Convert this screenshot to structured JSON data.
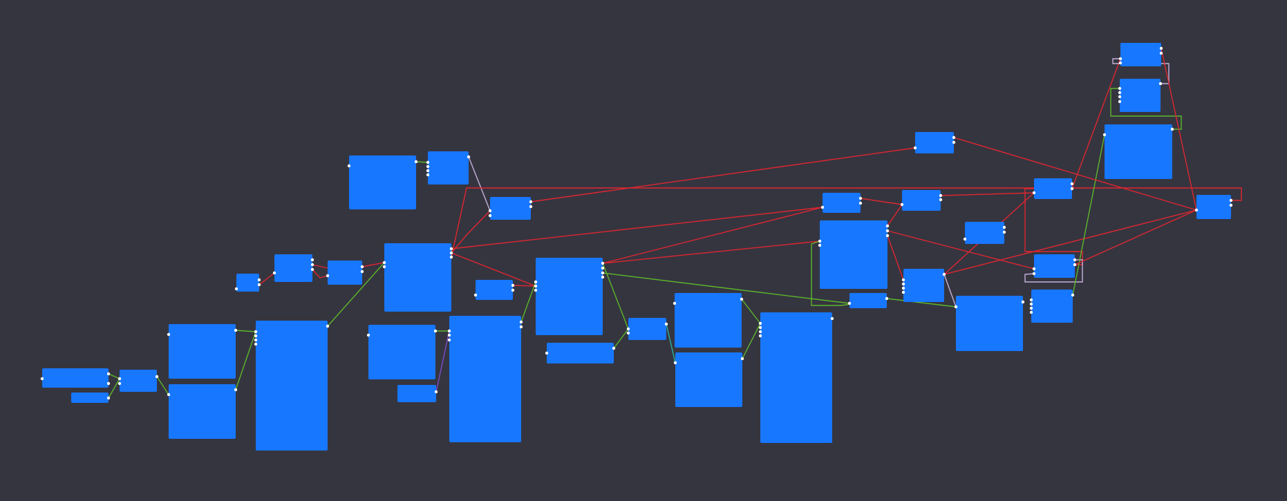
{
  "canvas": {
    "background": "#353540",
    "node_color": "#1777ff",
    "port_color": "#ffffff"
  },
  "wire_colors": {
    "red": "#e0262f",
    "green": "#5cb82a",
    "lavender": "#c8b2dc",
    "teal": "#2cb2a0",
    "purple": "#7a4cc6"
  },
  "nodes": [
    {
      "id": "n1"
    },
    {
      "id": "n2"
    },
    {
      "id": "n3"
    },
    {
      "id": "n4"
    },
    {
      "id": "n5"
    },
    {
      "id": "n6"
    },
    {
      "id": "n7"
    },
    {
      "id": "n8"
    },
    {
      "id": "n9"
    },
    {
      "id": "n10"
    },
    {
      "id": "n11"
    },
    {
      "id": "n12"
    },
    {
      "id": "n13"
    },
    {
      "id": "n14"
    },
    {
      "id": "n15"
    },
    {
      "id": "n16"
    },
    {
      "id": "n17"
    },
    {
      "id": "n18"
    },
    {
      "id": "n19"
    },
    {
      "id": "n20"
    },
    {
      "id": "n21"
    },
    {
      "id": "n22"
    },
    {
      "id": "n23"
    },
    {
      "id": "n24"
    },
    {
      "id": "n25"
    },
    {
      "id": "n26"
    },
    {
      "id": "n27"
    },
    {
      "id": "n28"
    },
    {
      "id": "n29"
    },
    {
      "id": "n30"
    },
    {
      "id": "n31"
    },
    {
      "id": "n32"
    },
    {
      "id": "n33"
    },
    {
      "id": "n34"
    },
    {
      "id": "n35"
    },
    {
      "id": "n36"
    },
    {
      "id": "n37"
    },
    {
      "id": "n38"
    },
    {
      "id": "n39"
    },
    {
      "id": "n40"
    }
  ],
  "links": [
    {
      "from": "n1",
      "to": "n3",
      "color": "green"
    },
    {
      "from": "n2",
      "to": "n3",
      "color": "green"
    },
    {
      "from": "n3",
      "to": "n5",
      "color": "green"
    },
    {
      "from": "n4",
      "to": "n6",
      "color": "green"
    },
    {
      "from": "n5",
      "to": "n6",
      "color": "green"
    },
    {
      "from": "n6",
      "to": "n10",
      "color": "green"
    },
    {
      "from": "n7",
      "to": "n8",
      "color": "red"
    },
    {
      "from": "n8",
      "to": "n9",
      "color": "red"
    },
    {
      "from": "n8",
      "to": "n10",
      "color": "red"
    },
    {
      "from": "n9",
      "to": "n10",
      "color": "red"
    },
    {
      "from": "n11",
      "to": "n12",
      "color": "green"
    },
    {
      "from": "n12",
      "to": "n13",
      "color": "lavender"
    },
    {
      "from": "n10",
      "to": "n13",
      "color": "red"
    },
    {
      "from": "n13",
      "to": "n27",
      "color": "red"
    },
    {
      "from": "n14",
      "to": "n16",
      "color": "green"
    },
    {
      "from": "n15",
      "to": "n16",
      "color": "purple"
    },
    {
      "from": "n10",
      "to": "n18",
      "color": "red"
    },
    {
      "from": "n17",
      "to": "n18",
      "color": "red"
    },
    {
      "from": "n16",
      "to": "n18",
      "color": "green"
    },
    {
      "from": "n18",
      "to": "n20",
      "color": "green"
    },
    {
      "from": "n19",
      "to": "n20",
      "color": "green"
    },
    {
      "from": "n20",
      "to": "n22",
      "color": "teal"
    },
    {
      "from": "n21",
      "to": "n23",
      "color": "green"
    },
    {
      "from": "n22",
      "to": "n23",
      "color": "green"
    },
    {
      "from": "n18",
      "to": "n26",
      "color": "green"
    },
    {
      "from": "n10",
      "to": "n24",
      "color": "red"
    },
    {
      "from": "n18",
      "to": "n24",
      "color": "red"
    },
    {
      "from": "n18",
      "to": "n25",
      "color": "red"
    },
    {
      "from": "n10",
      "to": "n34",
      "color": "red"
    },
    {
      "from": "n24",
      "to": "n28",
      "color": "red"
    },
    {
      "from": "n25",
      "to": "n28",
      "color": "red"
    },
    {
      "from": "n26",
      "to": "n30",
      "color": "green"
    },
    {
      "from": "n26",
      "to": "n25",
      "color": "green"
    },
    {
      "from": "n28",
      "to": "n33",
      "color": "red"
    },
    {
      "from": "n25",
      "to": "n29",
      "color": "red"
    },
    {
      "from": "n25",
      "to": "n35",
      "color": "red"
    },
    {
      "from": "n30",
      "to": "n29",
      "color": "lavender"
    },
    {
      "from": "n29",
      "to": "n33",
      "color": "red"
    },
    {
      "from": "n29",
      "to": "n40",
      "color": "red"
    },
    {
      "from": "n33",
      "to": "n35",
      "color": "red"
    },
    {
      "from": "n33",
      "to": "n37",
      "color": "red"
    },
    {
      "from": "n34",
      "to": "n36",
      "color": "lavender"
    },
    {
      "from": "n32",
      "to": "n36",
      "color": "green"
    },
    {
      "from": "n35",
      "to": "n40",
      "color": "red"
    },
    {
      "from": "n27",
      "to": "n40",
      "color": "red"
    },
    {
      "from": "n37",
      "to": "n38",
      "color": "lavender"
    },
    {
      "from": "n38",
      "to": "n39",
      "color": "green"
    },
    {
      "from": "n37",
      "to": "n40",
      "color": "red"
    }
  ]
}
